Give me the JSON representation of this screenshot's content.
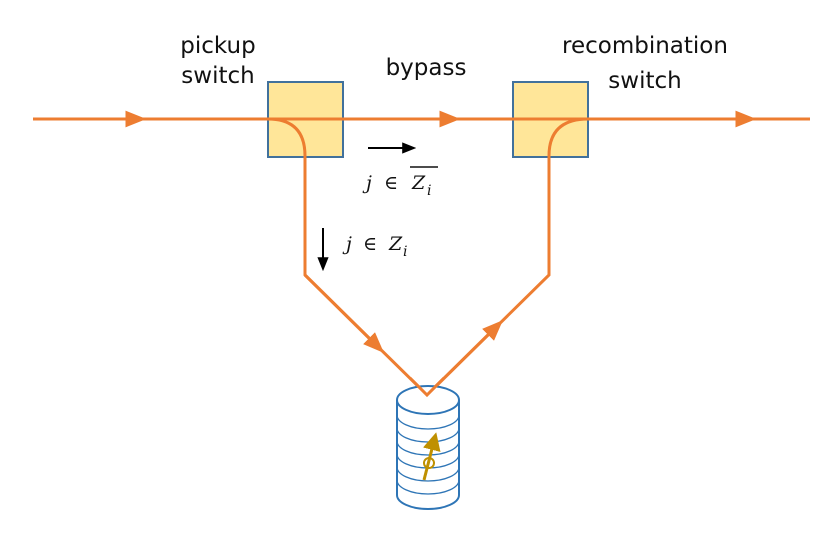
{
  "labels": {
    "pickup_line1": "pickup",
    "pickup_line2": "switch",
    "bypass": "bypass",
    "recombination_line1": "recombination",
    "recombination_line2": "switch"
  },
  "math": {
    "bypass_condition": {
      "var": "j",
      "op": "∈",
      "set": "Z",
      "sub": "i",
      "overline": true
    },
    "pickup_condition": {
      "var": "j",
      "op": "∈",
      "set": "Z",
      "sub": "i",
      "overline": false
    }
  },
  "colors": {
    "beam": "#ED7D31",
    "switch_fill": "#FFE699",
    "switch_border": "#41719C",
    "cylinder": "#2E75B6",
    "spin": "#BF9000",
    "arrow": "#000000"
  },
  "icons": {
    "storage": "ring-resonator-icon",
    "spin": "spin-arrow-icon"
  }
}
